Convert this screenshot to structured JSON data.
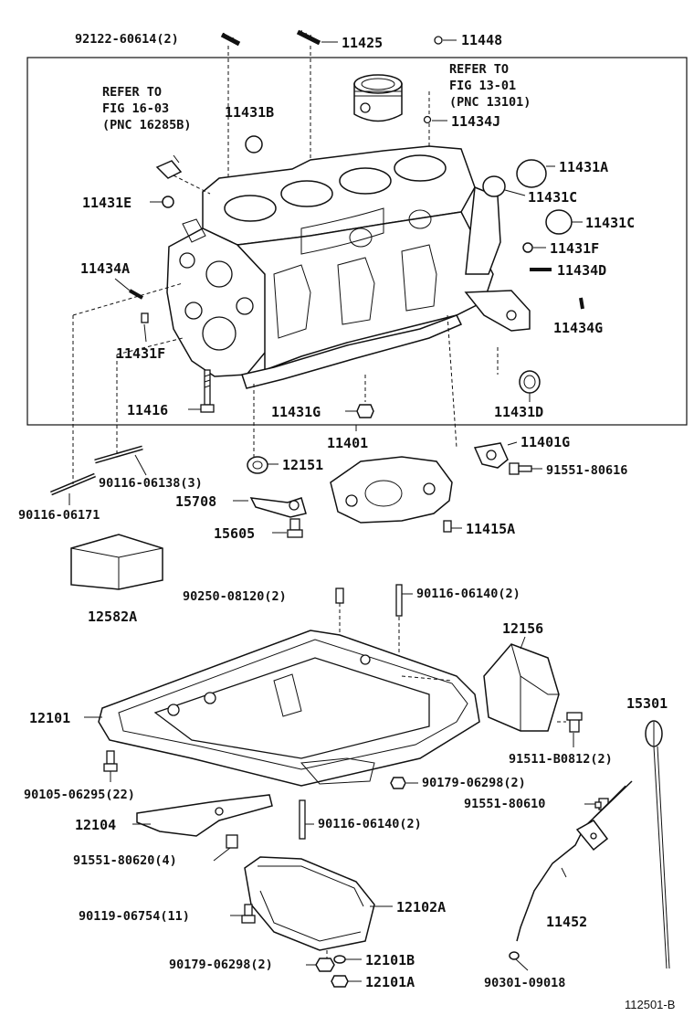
{
  "labels": {
    "p92122": "92122-60614(2)",
    "p11425": "11425",
    "p11448": "11448",
    "refer_fig13_l1": "REFER TO",
    "refer_fig13_l2": "FIG 13-01",
    "refer_fig13_l3": "(PNC 13101)",
    "refer_fig16_l1": "REFER TO",
    "refer_fig16_l2": "FIG 16-03",
    "refer_fig16_l3": "(PNC 16285B)",
    "p11431B": "11431B",
    "p11434J": "11434J",
    "p11431A": "11431A",
    "p11431E": "11431E",
    "p11431C_1": "11431C",
    "p11431C_2": "11431C",
    "p11431F_r": "11431F",
    "p11434A": "11434A",
    "p11434D": "11434D",
    "p11434G": "11434G",
    "p11431F_l": "11431F",
    "p11416": "11416",
    "p11431G": "11431G",
    "p11431D": "11431D",
    "p11401": "11401",
    "p11401G": "11401G",
    "p12151": "12151",
    "p91551_80616": "91551-80616",
    "p90116_06138": "90116-06138(3)",
    "p15708": "15708",
    "p90116_06171": "90116-06171",
    "p15605": "15605",
    "p11415A": "11415A",
    "p12582A": "12582A",
    "p90250": "90250-08120(2)",
    "p90116_06140_a": "90116-06140(2)",
    "p12156": "12156",
    "p12101": "12101",
    "p15301": "15301",
    "p91511": "91511-B0812(2)",
    "p90105": "90105-06295(22)",
    "p90179_a": "90179-06298(2)",
    "p91551_80610": "91551-80610",
    "p12104": "12104",
    "p90116_06140_b": "90116-06140(2)",
    "p91551_80620": "91551-80620(4)",
    "p12102A": "12102A",
    "p90119": "90119-06754(11)",
    "p11452": "11452",
    "p90179_b": "90179-06298(2)",
    "p12101B": "12101B",
    "p12101A": "12101A",
    "p90301": "90301-09018",
    "figure_number": "112501-B"
  }
}
